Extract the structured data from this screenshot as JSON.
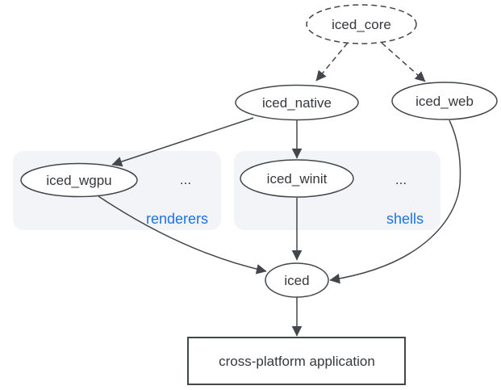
{
  "nodes": {
    "iced_core": {
      "label": "iced_core",
      "shape": "ellipse",
      "style": "dashed"
    },
    "iced_native": {
      "label": "iced_native",
      "shape": "ellipse",
      "style": "solid"
    },
    "iced_web": {
      "label": "iced_web",
      "shape": "ellipse",
      "style": "solid"
    },
    "iced_wgpu": {
      "label": "iced_wgpu",
      "shape": "ellipse",
      "style": "solid"
    },
    "iced_winit": {
      "label": "iced_winit",
      "shape": "ellipse",
      "style": "solid"
    },
    "iced": {
      "label": "iced",
      "shape": "ellipse",
      "style": "solid"
    },
    "application": {
      "label": "cross-platform application",
      "shape": "rect",
      "style": "solid"
    }
  },
  "groups": {
    "renderers": {
      "label": "renderers",
      "ellipsis": "...",
      "contains": [
        "iced_wgpu"
      ]
    },
    "shells": {
      "label": "shells",
      "ellipsis": "...",
      "contains": [
        "iced_winit"
      ]
    }
  },
  "edges": [
    {
      "from": "iced_core",
      "to": "iced_native",
      "style": "dashed"
    },
    {
      "from": "iced_core",
      "to": "iced_web",
      "style": "dashed"
    },
    {
      "from": "iced_native",
      "to": "iced_wgpu",
      "style": "solid"
    },
    {
      "from": "iced_native",
      "to": "iced_winit",
      "style": "solid"
    },
    {
      "from": "iced_wgpu",
      "to": "iced",
      "style": "solid"
    },
    {
      "from": "iced_winit",
      "to": "iced",
      "style": "solid"
    },
    {
      "from": "iced_web",
      "to": "iced",
      "style": "solid"
    },
    {
      "from": "iced",
      "to": "application",
      "style": "solid"
    }
  ],
  "colors": {
    "background": "#ffffff",
    "stroke": "#43474b",
    "node_text": "#35383c",
    "group_label": "#1a73e8",
    "group_background": "#f2f4f8"
  }
}
